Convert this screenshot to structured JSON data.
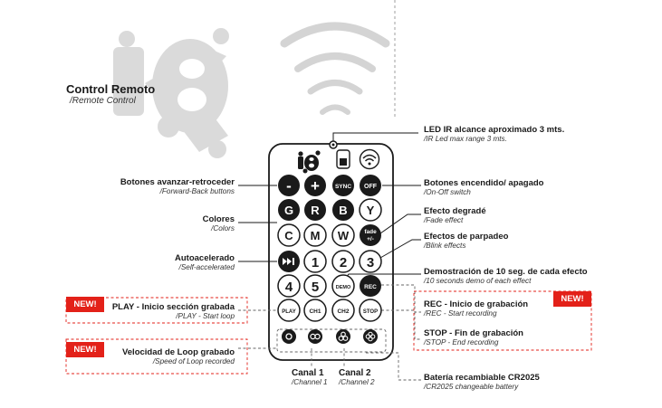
{
  "header": {
    "title": "Control Remoto",
    "subtitle": "/Remote Control",
    "logo_icon": "k8-logo"
  },
  "remote": {
    "buttons": {
      "minus": "-",
      "plus": "+",
      "sync": "SYNC",
      "off": "OFF",
      "g": "G",
      "r": "R",
      "b": "B",
      "y": "Y",
      "c": "C",
      "m": "M",
      "w": "W",
      "fade": "fade",
      "fade_pm": "+/-",
      "one": "1",
      "two": "2",
      "three": "3",
      "four": "4",
      "five": "5",
      "demo": "DEMO",
      "rec": "REC",
      "play": "PLAY",
      "ch1": "CH1",
      "ch2": "CH2",
      "stop": "STOP"
    }
  },
  "labels": {
    "led": {
      "es": "LED IR alcance aproximado 3 mts.",
      "en": "/IR Led max range 3 mts."
    },
    "fwd_back": {
      "es": "Botones avanzar-retroceder",
      "en": "/Forward-Back buttons"
    },
    "on_off": {
      "es": "Botones encendido/ apagado",
      "en": "/On-Off switch"
    },
    "colors": {
      "es": "Colores",
      "en": "/Colors"
    },
    "fade": {
      "es": "Efecto degradé",
      "en": "/Fade effect"
    },
    "blink": {
      "es": "Efectos de parpadeo",
      "en": "/Blink effects"
    },
    "auto": {
      "es": "Autoacelerado",
      "en": "/Self-accelerated"
    },
    "demo": {
      "es": "Demostración de 10 seg. de cada efecto",
      "en": "/10 seconds demo of each effect"
    },
    "play": {
      "es": "PLAY - Inicio sección grabada",
      "en": "/PLAY - Start loop"
    },
    "rec": {
      "es": "REC - Inicio de grabación",
      "en": "/REC - Start recording"
    },
    "stop": {
      "es": "STOP - Fin de grabación",
      "en": "/STOP - End recording"
    },
    "loop_speed": {
      "es": "Velocidad de Loop grabado",
      "en": "/Speed of Loop recorded"
    },
    "canal1": {
      "es": "Canal 1",
      "en": "/Channel 1"
    },
    "canal2": {
      "es": "Canal 2",
      "en": "/Channel 2"
    },
    "battery": {
      "es": "Batería recambiable CR2025",
      "en": "/CR2025 changeable  battery"
    }
  },
  "badges": {
    "new": "NEW!"
  },
  "colors": {
    "accent_red": "#e32119",
    "dark": "#1a1a1a",
    "logo_gray": "#d9d9d9"
  }
}
